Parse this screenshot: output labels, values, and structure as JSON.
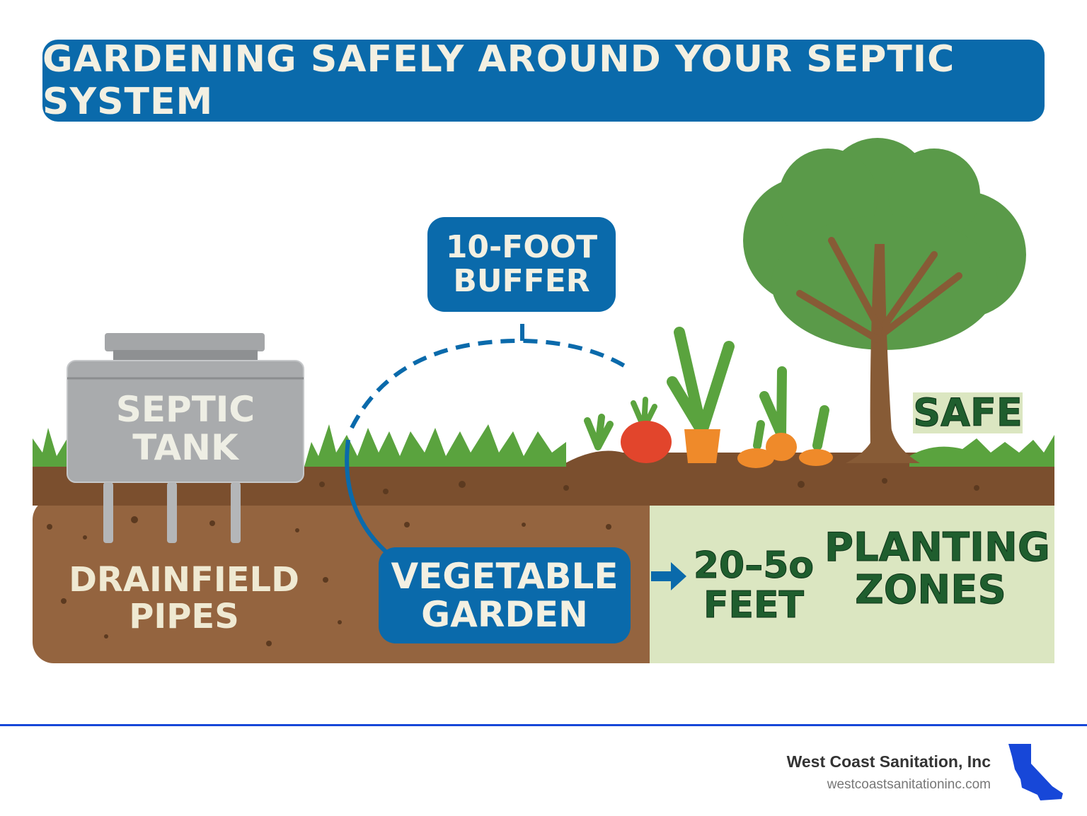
{
  "title": "GARDENING SAFELY AROUND YOUR SEPTIC SYSTEM",
  "labels": {
    "buffer_line1": "10-FOOT",
    "buffer_line2": "BUFFER",
    "septic_line1": "SEPTIC",
    "septic_line2": "TANK",
    "drainfield_line1": "DRAINFIELD",
    "drainfield_line2": "PIPES",
    "garden_line1": "VEGETABLE",
    "garden_line2": "GARDEN",
    "distance_line1": "20–5o",
    "distance_line2": "FEET",
    "zones_line1": "PLANTING",
    "zones_line2": "ZONES",
    "safe": "SAFE"
  },
  "footer": {
    "company": "West Coast Sanitation, Inc",
    "website": "westcoastsanitationinc.com"
  },
  "colors": {
    "primary_blue": "#0a6aab",
    "soil": "#94643f",
    "topsoil": "#7b4f2e",
    "grass": "#5aa33e",
    "zone_green": "#dbe6c1",
    "text_green": "#1f5e2e",
    "footer_blue": "#1747d8"
  }
}
